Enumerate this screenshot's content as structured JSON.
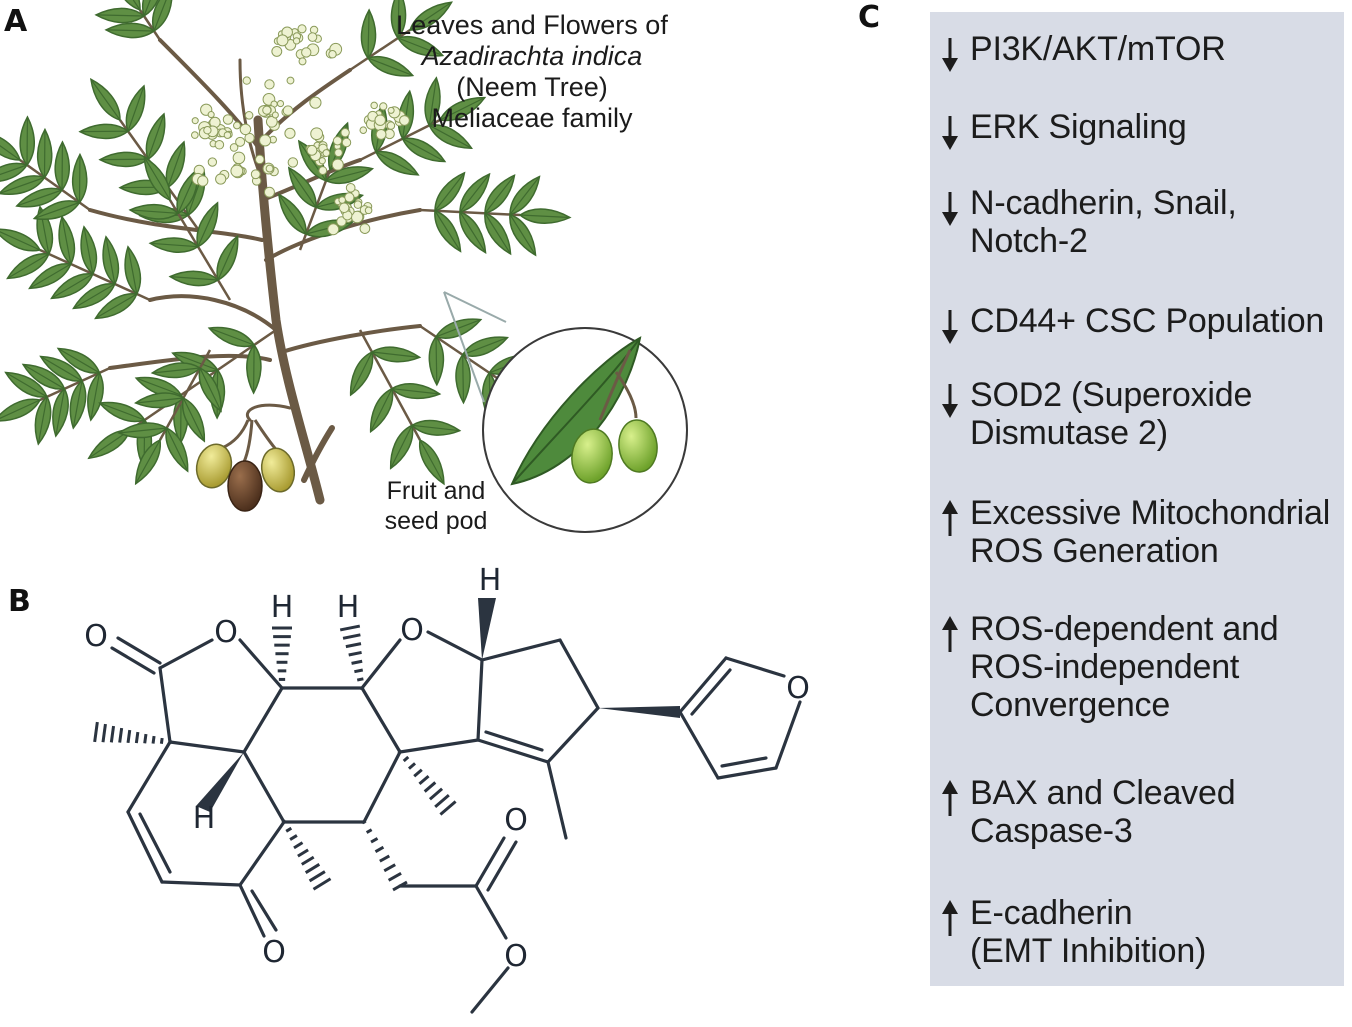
{
  "panel_a": {
    "letter": "A",
    "caption_line1": "Leaves and Flowers of",
    "caption_line2": "Azadirachta indica",
    "caption_line3": "(Neem Tree)",
    "caption_line4": "Meliaceae family",
    "fruit_caption_line1": "Fruit and",
    "fruit_caption_line2": "seed pod"
  },
  "panel_b": {
    "letter": "B",
    "atoms": {
      "o_carbonyl_left": "O",
      "o_lactone_ring": "O",
      "h_upper_1": "H",
      "h_upper_2": "H",
      "o_furan_ring": "O",
      "h_top": "H",
      "o_furan": "O",
      "h_lower": "H",
      "o_ketone": "O",
      "o_ester_carbonyl": "O",
      "o_ester": "O"
    }
  },
  "panel_c": {
    "letter": "C",
    "items": [
      {
        "direction": "down",
        "text": "PI3K/AKT/mTOR"
      },
      {
        "direction": "down",
        "text": "ERK Signaling"
      },
      {
        "direction": "down",
        "text": "N-cadherin, Snail,\nNotch-2"
      },
      {
        "direction": "down",
        "text": "CD44+ CSC Population"
      },
      {
        "direction": "down",
        "text": "SOD2 (Superoxide\nDismutase 2)"
      },
      {
        "direction": "up",
        "text": "Excessive Mitochondrial\nROS Generation"
      },
      {
        "direction": "up",
        "text": "ROS-dependent and\nROS-independent\nConvergence"
      },
      {
        "direction": "up",
        "text": "BAX and Cleaved\nCaspase-3"
      },
      {
        "direction": "up",
        "text": "E-cadherin\n(EMT Inhibition)"
      }
    ]
  },
  "colors": {
    "leaf": "#5f8f44",
    "leaf_dark": "#3f6b2f",
    "stem": "#6b5a45",
    "flower": "#eef2d2",
    "fruit_yellow": "#c9c25a",
    "fruit_brown": "#6e4a30",
    "fruit_green": "#8dc443",
    "panel_bg": "#d8dce6",
    "bond": "#2b3440"
  }
}
